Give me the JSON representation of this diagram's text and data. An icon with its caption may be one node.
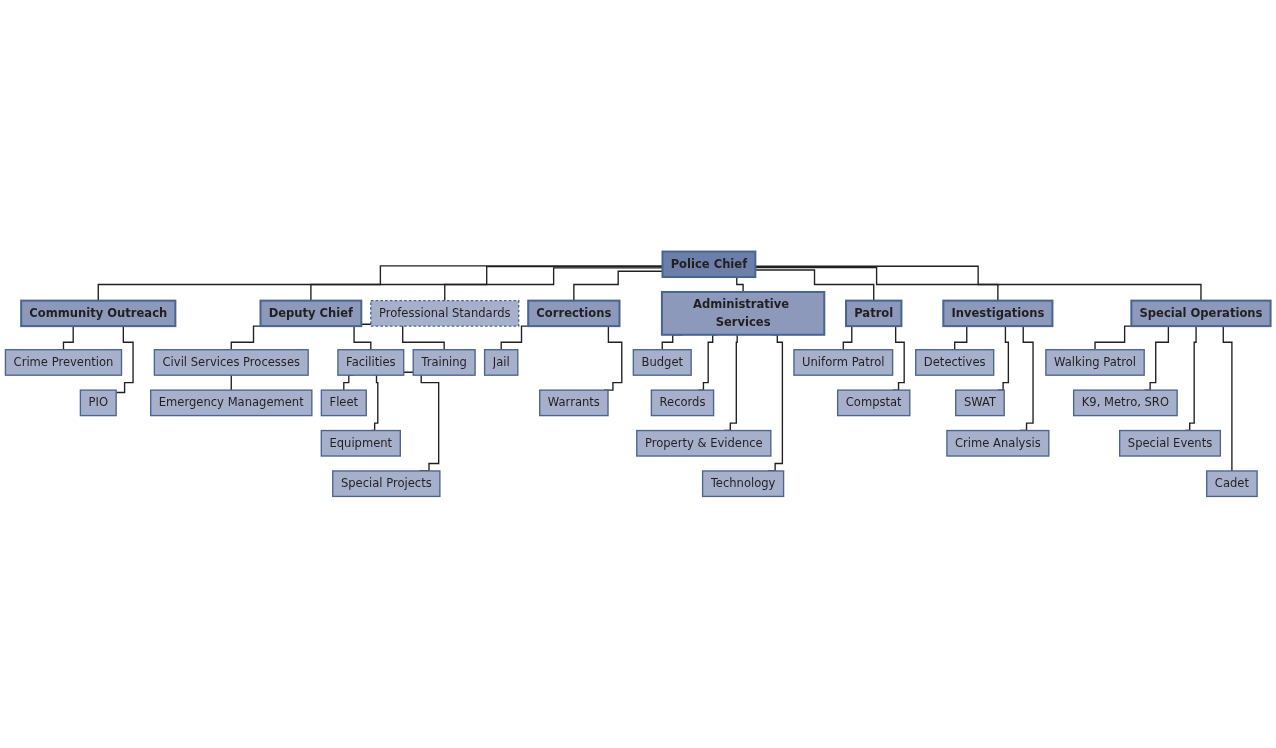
{
  "diagram": {
    "nodes": [
      {
        "text": [
          "Community Outreach"
        ]
      },
      {
        "text": [
          "Police Chief"
        ]
      },
      {
        "text": [
          "Deputy Chief"
        ]
      },
      {
        "text": [
          "Crime Prevention"
        ]
      },
      {
        "text": [
          "Civil Services Processes"
        ]
      },
      {
        "text": [
          "Facilities"
        ]
      },
      {
        "text": [
          "Training"
        ]
      },
      {
        "text": [
          "PIO"
        ]
      },
      {
        "text": [
          "Professional Standards"
        ]
      },
      {
        "text": [
          "Emergency Management"
        ]
      },
      {
        "text": [
          "Fleet"
        ]
      },
      {
        "text": [
          "Equipment"
        ]
      },
      {
        "text": [
          "Special Projects"
        ]
      },
      {
        "text": [
          "Corrections"
        ]
      },
      {
        "text": [
          "Administrative Services"
        ]
      },
      {
        "text": [
          "Patrol"
        ]
      },
      {
        "text": [
          "Investigations"
        ]
      },
      {
        "text": [
          "Special Operations"
        ]
      },
      {
        "text": [
          "Jail"
        ]
      },
      {
        "text": [
          "Warrants"
        ]
      },
      {
        "text": [
          "Budget"
        ]
      },
      {
        "text": [
          "Records"
        ]
      },
      {
        "text": [
          "Property & Evidence"
        ]
      },
      {
        "text": [
          "Technology"
        ]
      },
      {
        "text": [
          "Uniform Patrol"
        ]
      },
      {
        "text": [
          "Compstat"
        ]
      },
      {
        "text": [
          "Detectives"
        ]
      },
      {
        "text": [
          "SWAT"
        ]
      },
      {
        "text": [
          "Crime Analysis"
        ]
      },
      {
        "text": [
          "Walking Patrol"
        ]
      },
      {
        "text": [
          "K9, Metro, SRO"
        ]
      },
      {
        "text": [
          "Special Events"
        ]
      },
      {
        "text": [
          "Cadet"
        ]
      }
    ],
    "edges": [
      {
        "from": 1,
        "to": 0,
        "arrow": "none"
      },
      {
        "from": 1,
        "to": 2,
        "arrow": "none"
      },
      {
        "from": 0,
        "to": 3,
        "arrow": "none"
      },
      {
        "from": 0,
        "to": 7,
        "arrow": "none"
      },
      {
        "from": 1,
        "to": 8,
        "arrow": "none"
      },
      {
        "from": 2,
        "to": 4,
        "arrow": "none"
      },
      {
        "from": 2,
        "to": 5,
        "arrow": "none"
      },
      {
        "from": 2,
        "to": 6,
        "arrow": "none"
      },
      {
        "from": 4,
        "to": 9,
        "arrow": "none"
      },
      {
        "from": 5,
        "to": 10,
        "arrow": "none"
      },
      {
        "from": 5,
        "to": 11,
        "arrow": "none"
      },
      {
        "from": 5,
        "to": 12,
        "arrow": "none"
      },
      {
        "from": 1,
        "to": 13,
        "arrow": "none"
      },
      {
        "from": 1,
        "to": 14,
        "arrow": "none"
      },
      {
        "from": 1,
        "to": 15,
        "arrow": "none"
      },
      {
        "from": 1,
        "to": 16,
        "arrow": "none"
      },
      {
        "from": 1,
        "to": 17,
        "arrow": "none"
      },
      {
        "from": 13,
        "to": 18,
        "arrow": "none"
      },
      {
        "from": 13,
        "to": 19,
        "arrow": "none"
      },
      {
        "from": 14,
        "to": 20,
        "arrow": "none"
      },
      {
        "from": 14,
        "to": 21,
        "arrow": "none"
      },
      {
        "from": 14,
        "to": 22,
        "arrow": "none"
      },
      {
        "from": 14,
        "to": 23,
        "arrow": "none"
      },
      {
        "from": 15,
        "to": 24,
        "arrow": "none"
      },
      {
        "from": 15,
        "to": 25,
        "arrow": "none"
      },
      {
        "from": 16,
        "to": 26,
        "arrow": "none"
      },
      {
        "from": 16,
        "to": 27,
        "arrow": "none"
      },
      {
        "from": 16,
        "to": 28,
        "arrow": "none"
      },
      {
        "from": 17,
        "to": 29,
        "arrow": "none"
      },
      {
        "from": 17,
        "to": 30,
        "arrow": "none"
      },
      {
        "from": 17,
        "to": 31,
        "arrow": "none"
      },
      {
        "from": 17,
        "to": 32,
        "arrow": "none"
      }
    ]
  }
}
